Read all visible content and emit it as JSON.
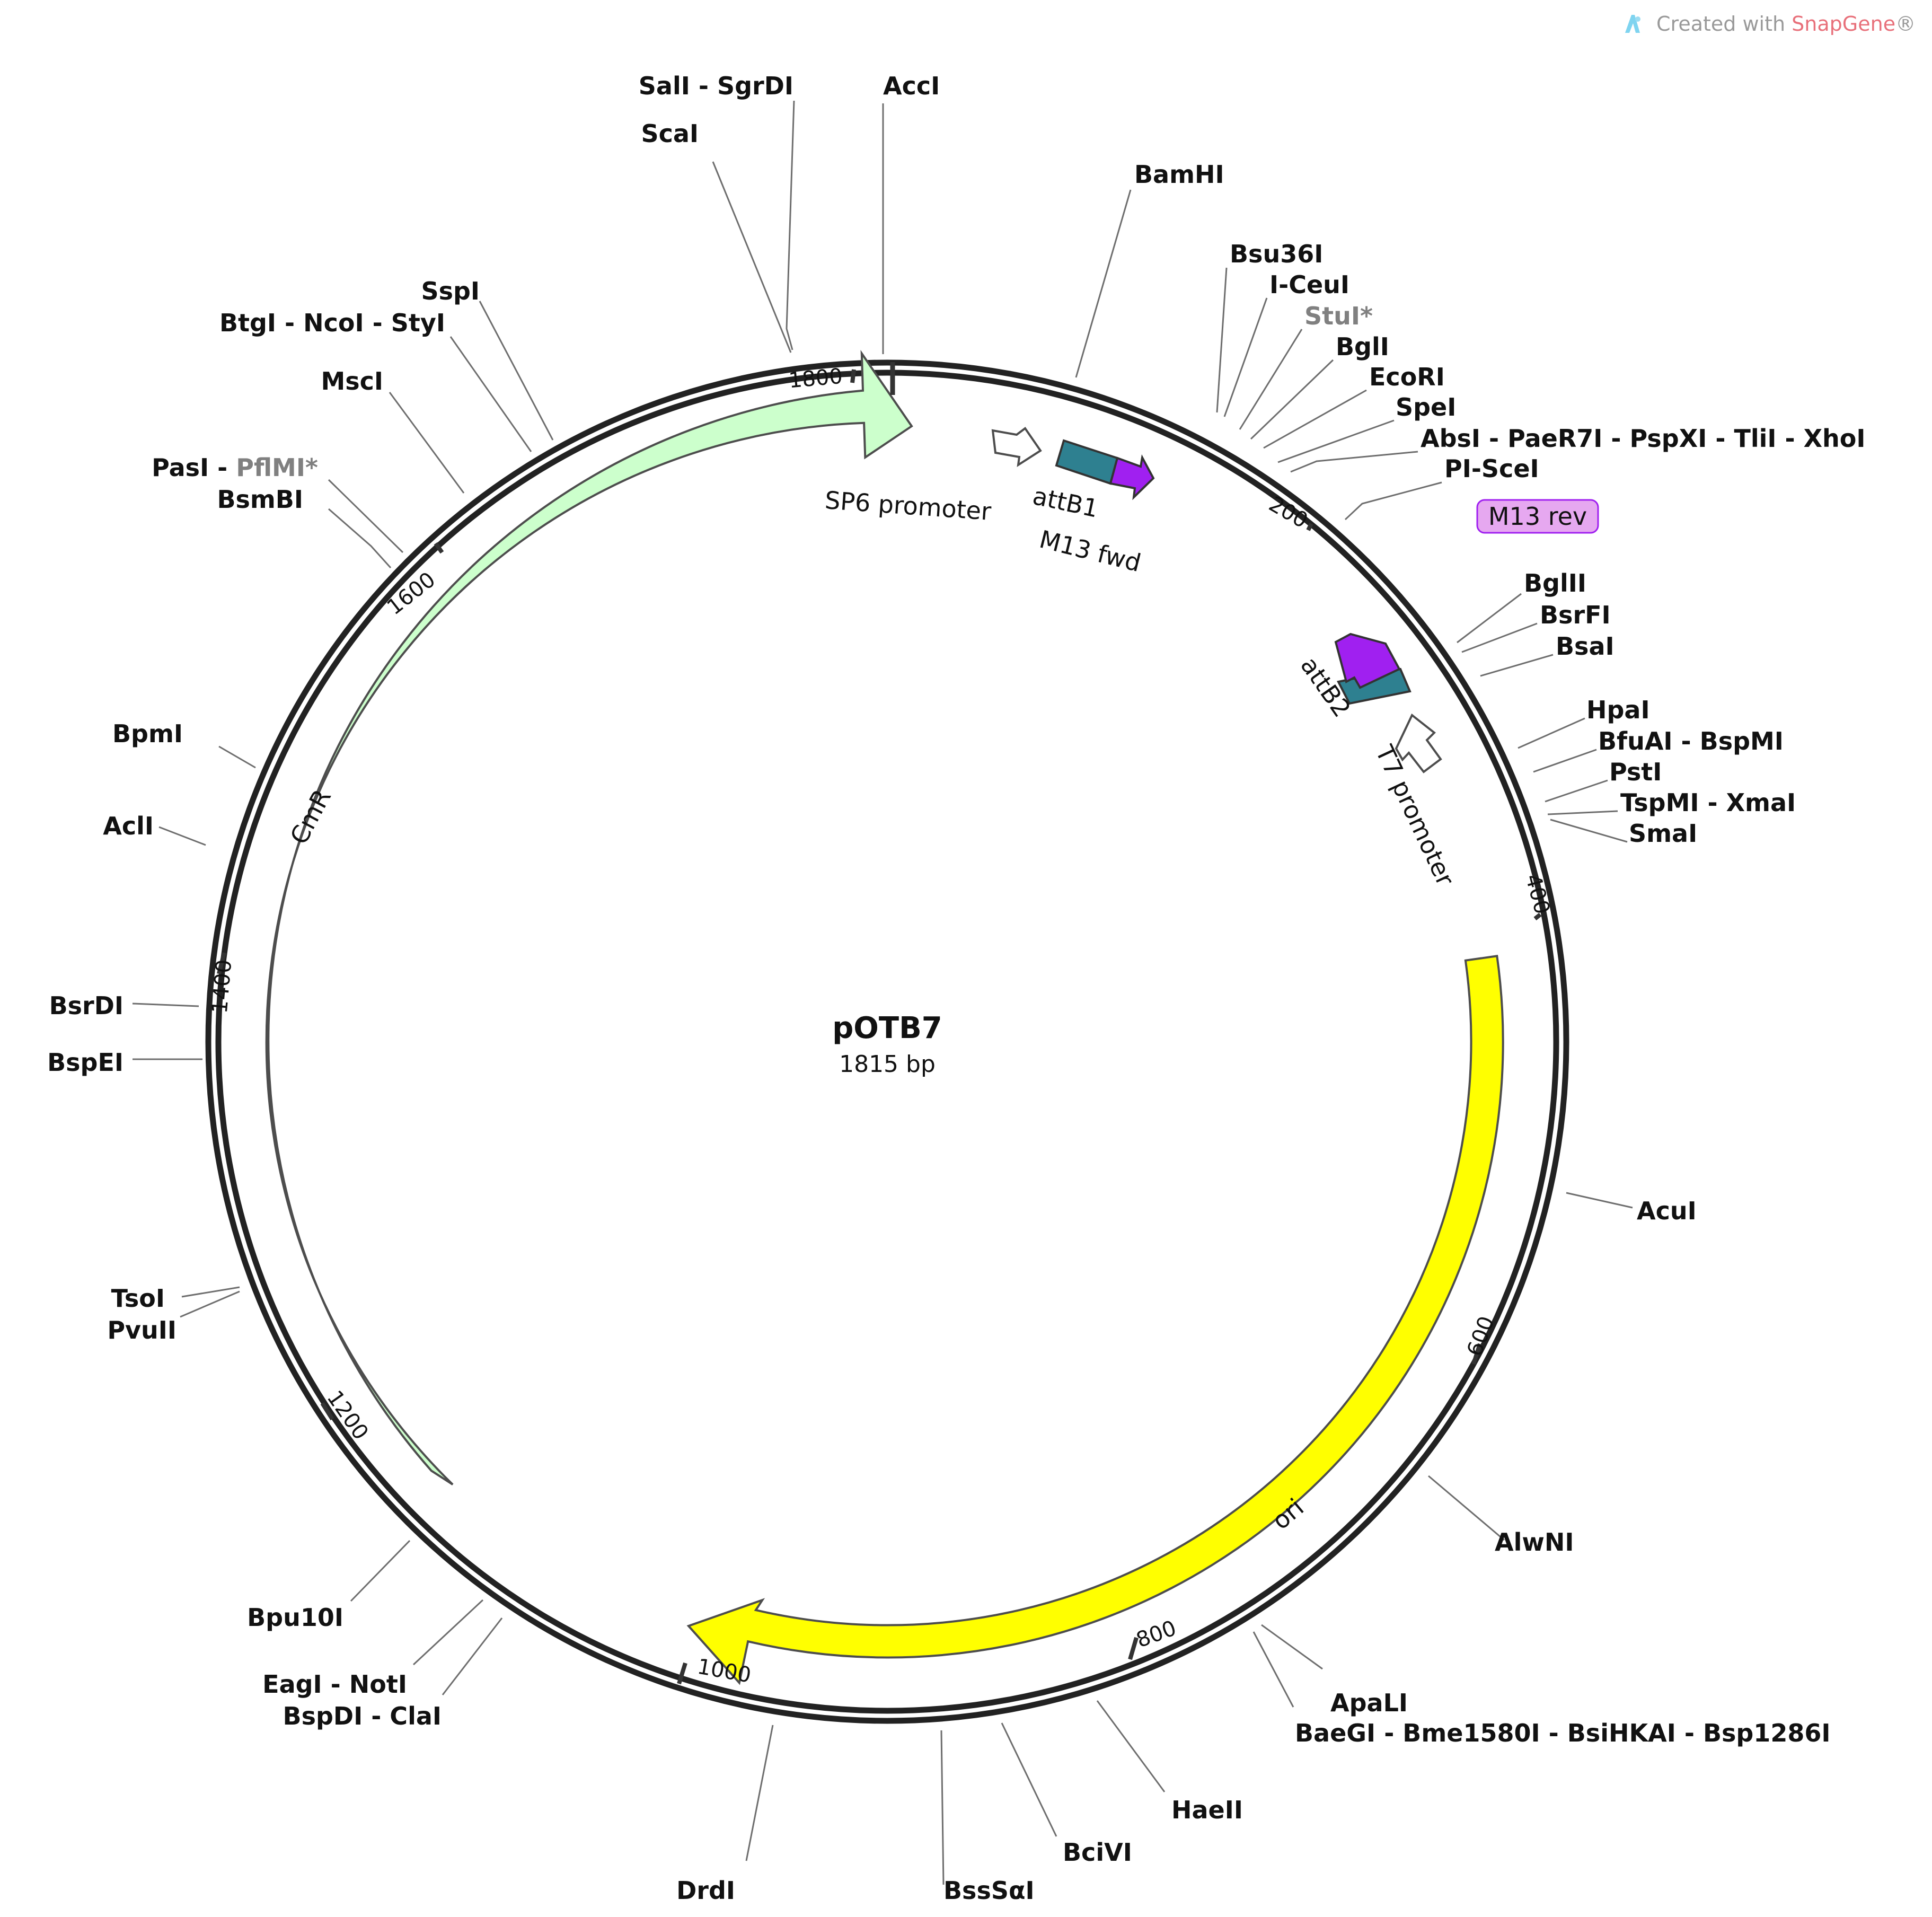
{
  "credit": {
    "prefix": "Created with ",
    "brand": "SnapGene",
    "suffix": "®"
  },
  "plasmid": {
    "name": "pOTB7",
    "size_label": "1815 bp",
    "length": 1815
  },
  "ticks": [
    "200",
    "400",
    "600",
    "800",
    "1000",
    "1200",
    "1400",
    "1600",
    "1800"
  ],
  "features": [
    {
      "name": "CmR",
      "type": "gene",
      "color": "#ccffcc"
    },
    {
      "name": "ori",
      "type": "origin",
      "color": "#ffff00"
    },
    {
      "name": "SP6 promoter",
      "type": "promoter",
      "color": "#ffffff"
    },
    {
      "name": "T7 promoter",
      "type": "promoter",
      "color": "#ffffff"
    },
    {
      "name": "attB1",
      "type": "recombination-site",
      "color": "#2e8090"
    },
    {
      "name": "attB2",
      "type": "recombination-site",
      "color": "#2e8090"
    },
    {
      "name": "M13 fwd",
      "type": "primer-bind",
      "color": "#a020f0"
    },
    {
      "name": "M13 rev",
      "type": "primer-bind",
      "color": "#a020f0",
      "highlight": "#e6a8f0"
    }
  ],
  "sites": [
    {
      "label": "SalI - SgrDI"
    },
    {
      "label": "AccI"
    },
    {
      "label": "ScaI"
    },
    {
      "label": "BamHI"
    },
    {
      "label": "Bsu36I"
    },
    {
      "label": "I-CeuI"
    },
    {
      "label": "StuI*",
      "noncut": true
    },
    {
      "label": "BglI"
    },
    {
      "label": "EcoRI"
    },
    {
      "label": "SpeI"
    },
    {
      "label": "AbsI - PaeR7I - PspXI - TliI - XhoI"
    },
    {
      "label": "PI-SceI"
    },
    {
      "label": "BglII"
    },
    {
      "label": "BsrFI"
    },
    {
      "label": "BsaI"
    },
    {
      "label": "HpaI"
    },
    {
      "label": "BfuAI - BspMI"
    },
    {
      "label": "PstI"
    },
    {
      "label": "TspMI - XmaI"
    },
    {
      "label": "SmaI"
    },
    {
      "label": "AcuI"
    },
    {
      "label": "AlwNI"
    },
    {
      "label": "ApaLI"
    },
    {
      "label": "BaeGI - Bme1580I - BsiHKAI - Bsp1286I"
    },
    {
      "label": "HaeII"
    },
    {
      "label": "BciVI"
    },
    {
      "label": "BssSαI"
    },
    {
      "label": "DrdI"
    },
    {
      "label": "BspDI - ClaI"
    },
    {
      "label": "EagI - NotI"
    },
    {
      "label": "Bpu10I"
    },
    {
      "label": "PvuII"
    },
    {
      "label": "TsoI"
    },
    {
      "label": "BspEI"
    },
    {
      "label": "BsrDI"
    },
    {
      "label": "AclI"
    },
    {
      "label": "BpmI"
    },
    {
      "label": "BsmBI"
    },
    {
      "label": "PasI - ",
      "extra": "PflMI*"
    },
    {
      "label": "MscI"
    },
    {
      "label": "BtgI - NcoI - StyI"
    },
    {
      "label": "SspI"
    }
  ]
}
